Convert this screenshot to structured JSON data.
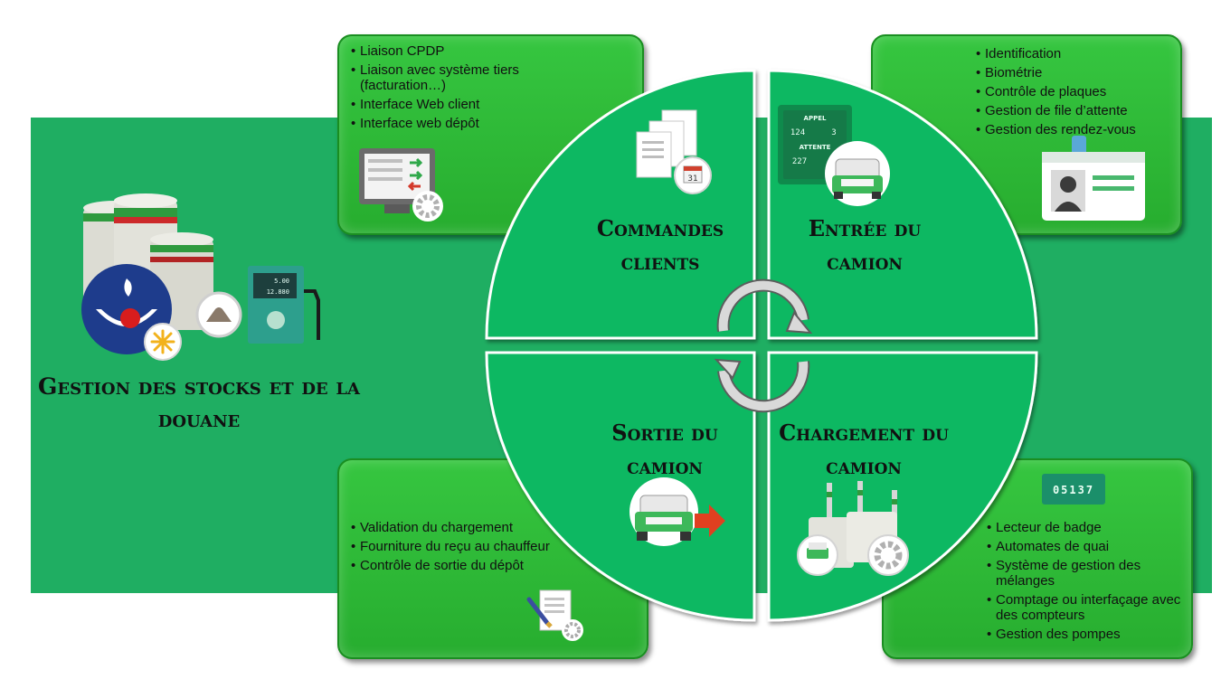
{
  "side": {
    "title": "Gestion des stocks et de la douane"
  },
  "quadrants": {
    "top_left": "Commandes clients",
    "top_right": "Entrée du camion",
    "bottom_left": "Sortie du camion",
    "bottom_right": "Chargement du camion"
  },
  "boxes": {
    "top_left": [
      "Liaison CPDP",
      "Liaison avec système tiers (facturation…)",
      "Interface Web client",
      "Interface web dépôt"
    ],
    "top_right": [
      "Identification",
      "Biométrie",
      "Contrôle de plaques",
      "Gestion de file d’attente",
      "Gestion des rendez-vous"
    ],
    "bottom_left": [
      "Validation du chargement",
      "Fourniture du reçu au chauffeur",
      "Contrôle de sortie du dépôt"
    ],
    "bottom_right": [
      "Lecteur de badge",
      "Automates de quai",
      "Système de gestion des mélanges",
      "Comptage ou interfaçage avec des compteurs",
      "Gestion des pompes"
    ]
  },
  "icons": {
    "calendar_day": "31",
    "queue_display": {
      "appel_label": "APPEL",
      "appel_values": [
        "124",
        "3"
      ],
      "attente_label": "ATTENTE",
      "attente_value": "227"
    },
    "pump_display": [
      "5.00",
      "12.880"
    ],
    "badge_counter": "05137"
  },
  "colors": {
    "band": "#1fae62",
    "quadrant": "#0fb862",
    "box": "#2fbb38",
    "arrow": "#cfcfcf",
    "exit_arrow": "#e04020"
  }
}
